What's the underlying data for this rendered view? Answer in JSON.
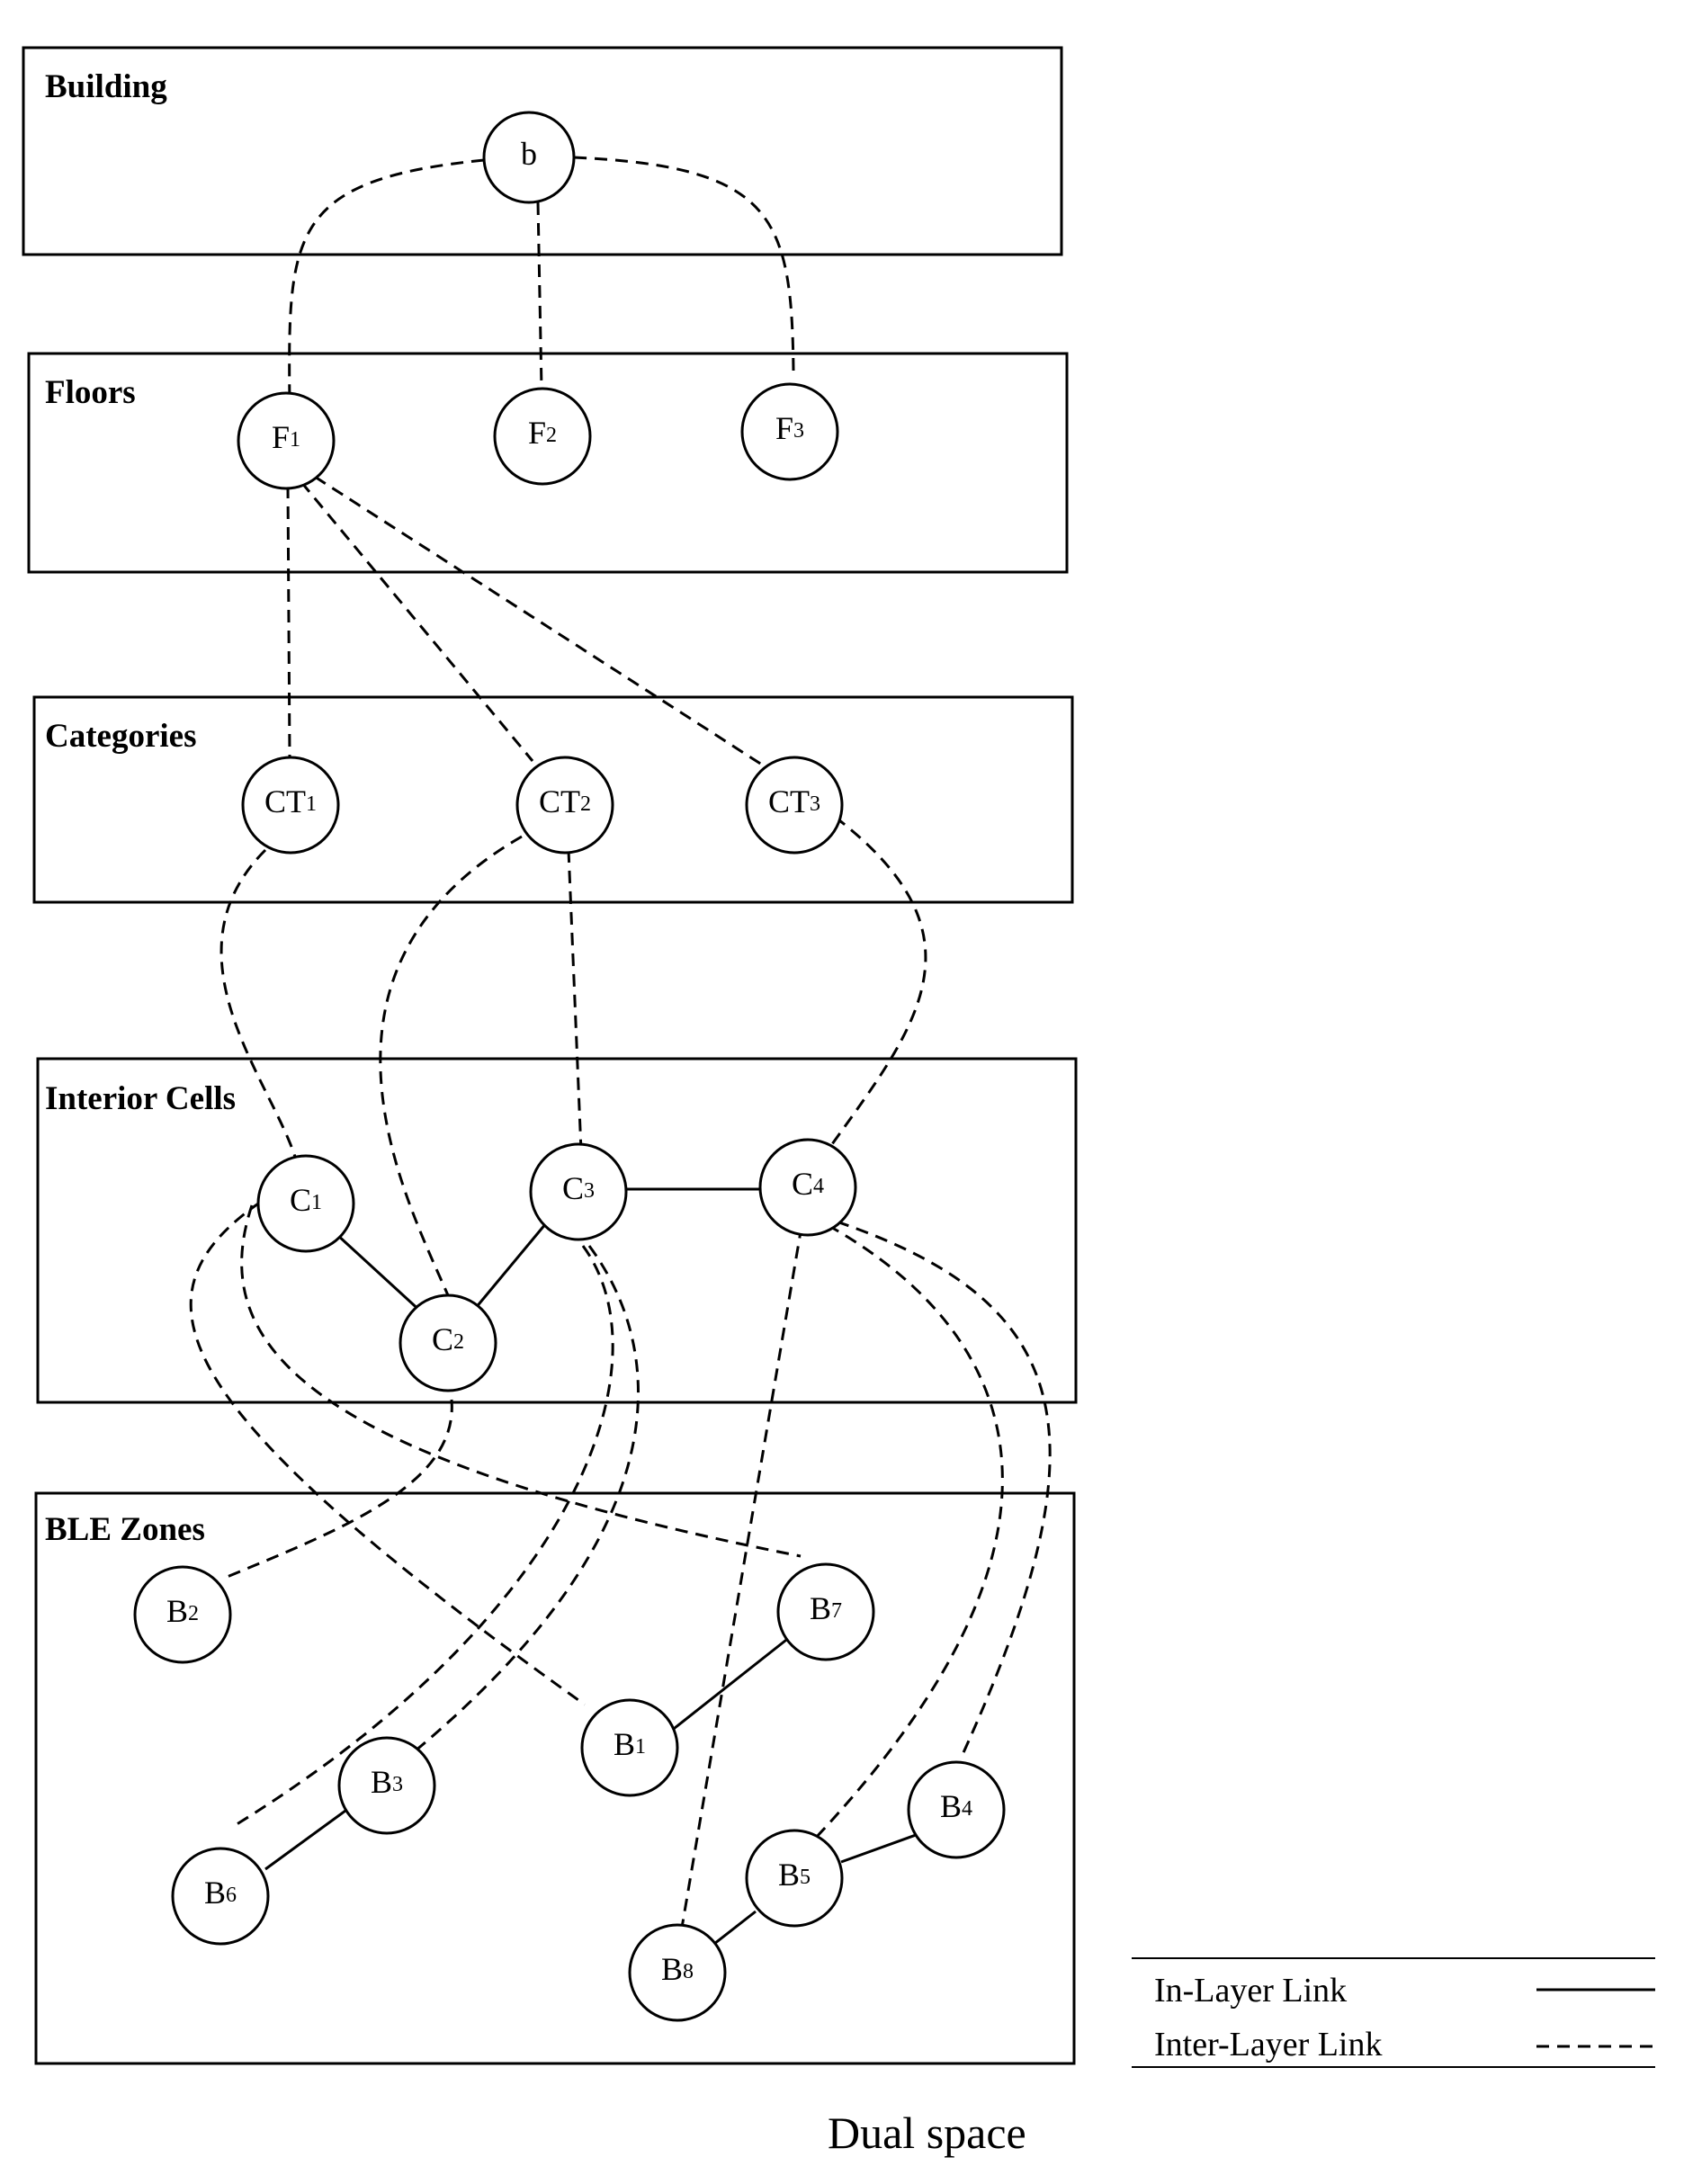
{
  "layers": {
    "building": "Building",
    "floors": "Floors",
    "categories": "Categories",
    "interior_cells": "Interior Cells",
    "ble_zones": "BLE Zones"
  },
  "nodes": {
    "b": {
      "base": "b",
      "sub": ""
    },
    "F1": {
      "base": "F",
      "sub": "1"
    },
    "F2": {
      "base": "F",
      "sub": "2"
    },
    "F3": {
      "base": "F",
      "sub": "3"
    },
    "CT1": {
      "base": "CT",
      "sub": "1"
    },
    "CT2": {
      "base": "CT",
      "sub": "2"
    },
    "CT3": {
      "base": "CT",
      "sub": "3"
    },
    "C1": {
      "base": "C",
      "sub": "1"
    },
    "C2": {
      "base": "C",
      "sub": "2"
    },
    "C3": {
      "base": "C",
      "sub": "3"
    },
    "C4": {
      "base": "C",
      "sub": "4"
    },
    "B1": {
      "base": "B",
      "sub": "1"
    },
    "B2": {
      "base": "B",
      "sub": "2"
    },
    "B3": {
      "base": "B",
      "sub": "3"
    },
    "B4": {
      "base": "B",
      "sub": "4"
    },
    "B5": {
      "base": "B",
      "sub": "5"
    },
    "B6": {
      "base": "B",
      "sub": "6"
    },
    "B7": {
      "base": "B",
      "sub": "7"
    },
    "B8": {
      "base": "B",
      "sub": "8"
    }
  },
  "links": {
    "in_layer": [
      [
        "C1",
        "C2"
      ],
      [
        "C2",
        "C3"
      ],
      [
        "C3",
        "C4"
      ],
      [
        "B1",
        "B7"
      ],
      [
        "B3",
        "B6"
      ],
      [
        "B5",
        "B4"
      ],
      [
        "B5",
        "B8"
      ]
    ],
    "inter_layer": [
      [
        "b",
        "F1"
      ],
      [
        "b",
        "F2"
      ],
      [
        "b",
        "F3"
      ],
      [
        "F1",
        "CT1"
      ],
      [
        "F1",
        "CT2"
      ],
      [
        "F1",
        "CT3"
      ],
      [
        "CT1",
        "C1"
      ],
      [
        "CT2",
        "C2"
      ],
      [
        "CT2",
        "C3"
      ],
      [
        "CT3",
        "C4"
      ],
      [
        "C1",
        "B7"
      ],
      [
        "C1",
        "B1"
      ],
      [
        "C2",
        "B2"
      ],
      [
        "C3",
        "B6"
      ],
      [
        "C3",
        "B3"
      ],
      [
        "C4",
        "B8"
      ],
      [
        "C4",
        "B5"
      ],
      [
        "C4",
        "B4"
      ]
    ]
  },
  "legend": {
    "in_layer": "In-Layer Link",
    "inter_layer": "Inter-Layer Link"
  },
  "caption": "Dual space"
}
